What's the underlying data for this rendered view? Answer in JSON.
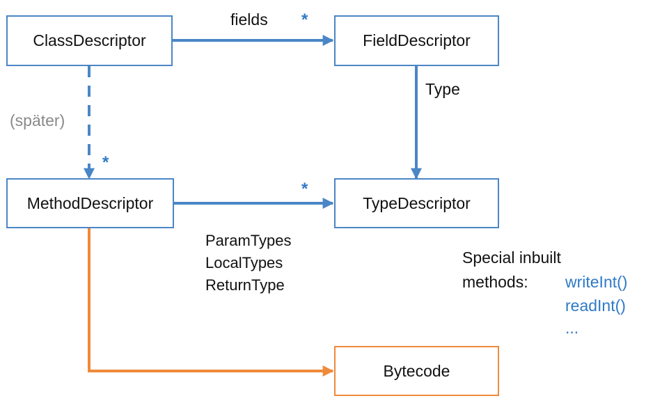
{
  "nodes": {
    "class_descriptor": "ClassDescriptor",
    "field_descriptor": "FieldDescriptor",
    "method_descriptor": "MethodDescriptor",
    "type_descriptor": "TypeDescriptor",
    "bytecode": "Bytecode"
  },
  "edges": {
    "fields_label": "fields",
    "type_label": "Type",
    "spaeter_label": "(später)",
    "star": "*",
    "method_types": [
      "ParamTypes",
      "LocalTypes",
      "ReturnType"
    ]
  },
  "special": {
    "line1": "Special inbuilt",
    "line2": "methods:",
    "methods": [
      "writeInt()",
      "readInt()",
      "..."
    ]
  },
  "colors": {
    "blue": "#4a86c5",
    "orange": "#ef8a3a",
    "grey": "#8a8a8a",
    "method_text": "#2f7ac6"
  }
}
